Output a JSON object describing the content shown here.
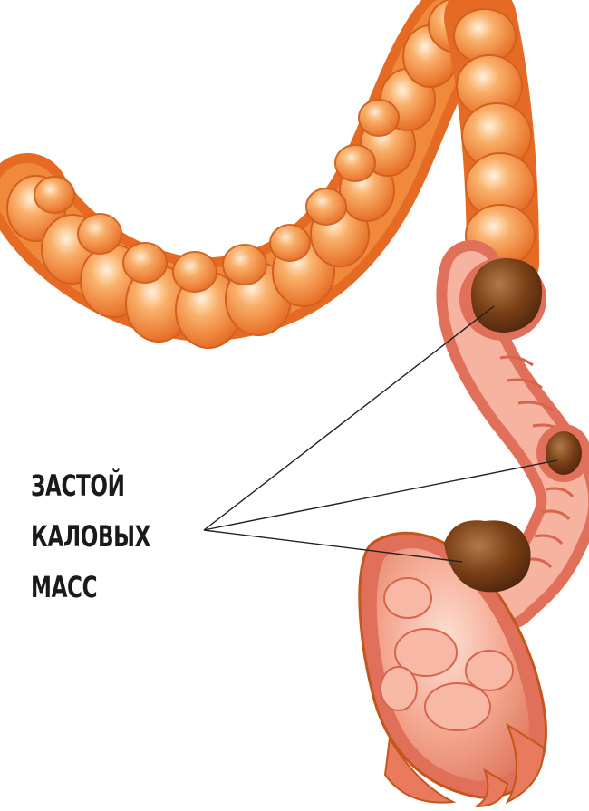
{
  "label": {
    "lines": [
      "ЗАСТОЙ",
      "КАЛОВЫХ",
      "МАСС"
    ]
  },
  "colors": {
    "colon_light": "#f7a25a",
    "colon_dark": "#e56a23",
    "colon_outline": "#c4561c",
    "section_pink": "#f2a08a",
    "section_wall": "#e0705a",
    "stool_dark": "#6b3512",
    "stool_light": "#9a5a2a",
    "pointer_line": "#222222"
  },
  "icons": [
    "colon-illustration",
    "stool-mass-icon"
  ]
}
